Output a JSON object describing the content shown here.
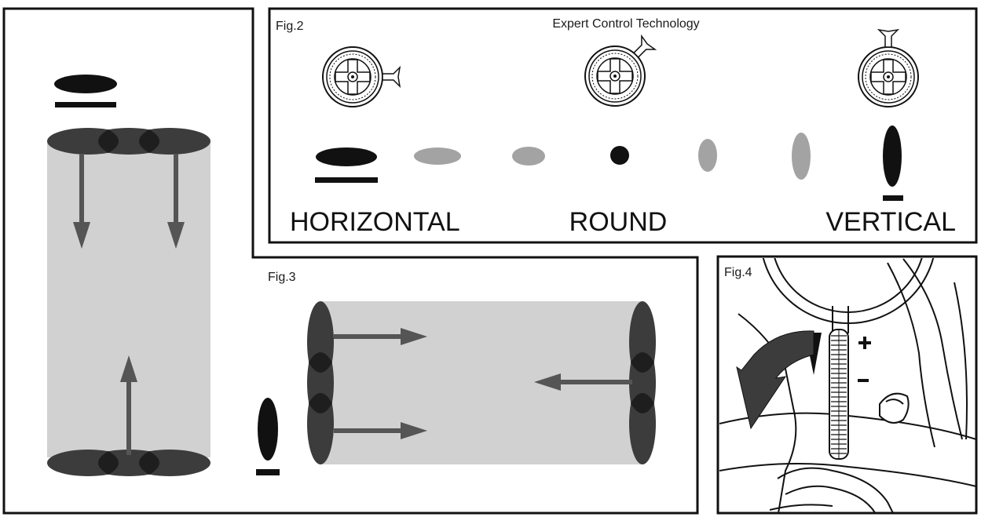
{
  "colors": {
    "ink": "#111111",
    "shade_dark": "#3c3c3c",
    "shade_overlap": "#1e1e1e",
    "beam_fill": "#d1d1d2",
    "arrow": "#555555",
    "light_ellipse": "#a3a3a3"
  },
  "fig2": {
    "label": "Fig.2",
    "title": "Expert Control Technology",
    "labels": {
      "horizontal": "HORIZONTAL",
      "round": "ROUND",
      "vertical": "VERTICAL"
    }
  },
  "fig3": {
    "label": "Fig.3"
  },
  "fig4": {
    "label": "Fig.4"
  },
  "icons": [
    "control-dial-icon",
    "spray-pattern-icon",
    "adjustment-arrow-icon",
    "plus-icon",
    "minus-icon"
  ]
}
